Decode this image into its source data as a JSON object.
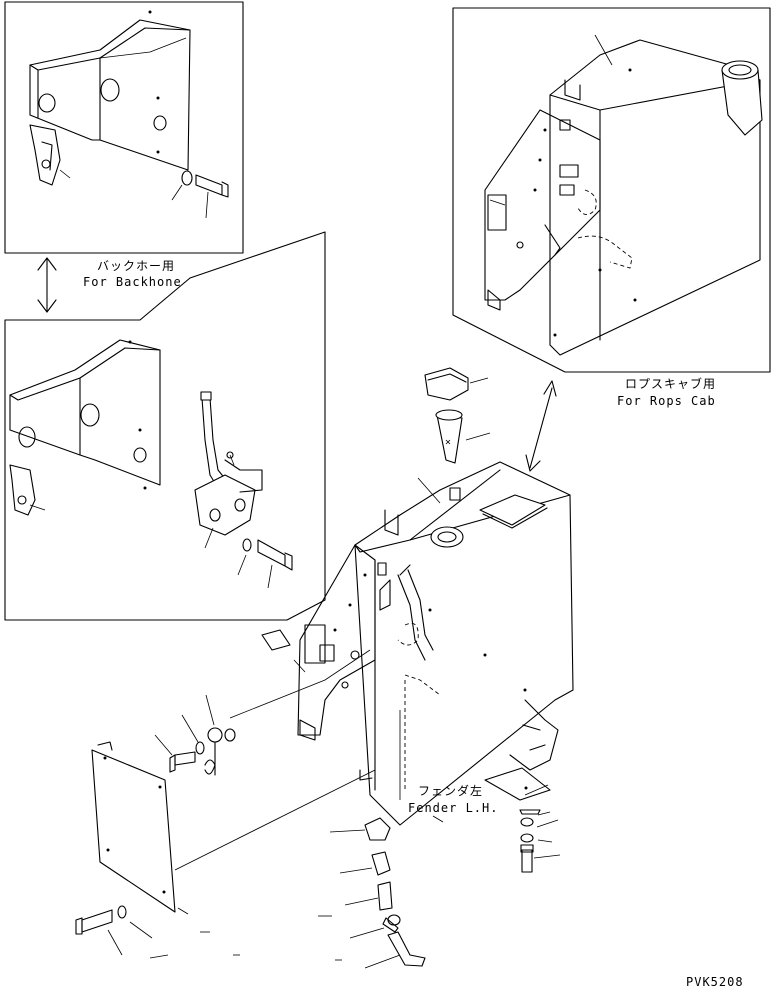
{
  "labels": {
    "backhoe_jp": "バックホー用",
    "backhoe_en": "For Backhone",
    "rops_jp": "ロプスキャブ用",
    "rops_en": "For Rops Cab",
    "fender_jp": "フェンダ左",
    "fender_en": "Fender L.H.",
    "drawing_code": "PVK5208"
  }
}
